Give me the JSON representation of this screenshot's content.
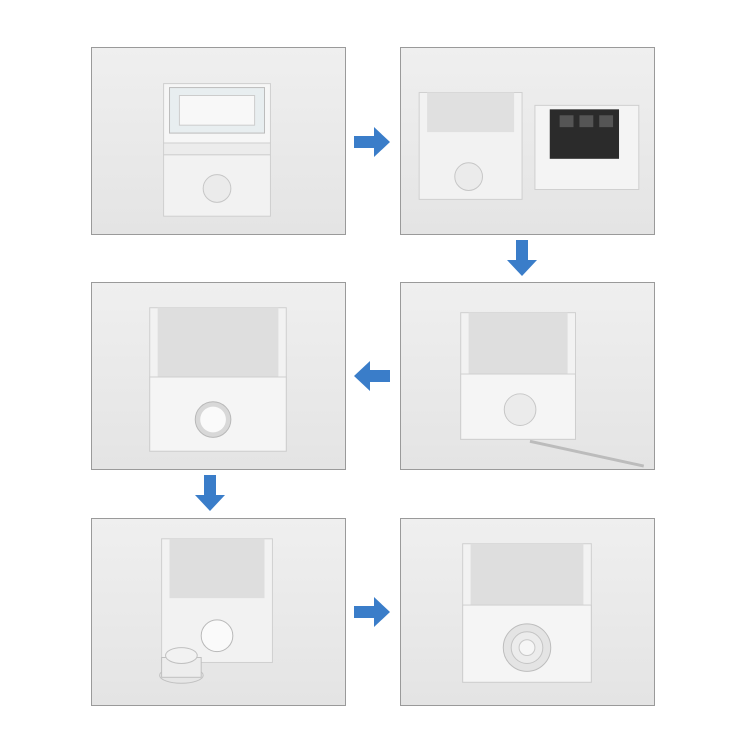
{
  "colors": {
    "arrow": "#3a7dc9",
    "panel_border": "#9a9a9a",
    "box_body": "#f4f4f4",
    "box_shade": "#d6d6d6"
  },
  "arrows": [
    "right",
    "down",
    "left",
    "down",
    "right"
  ],
  "steps": 6
}
